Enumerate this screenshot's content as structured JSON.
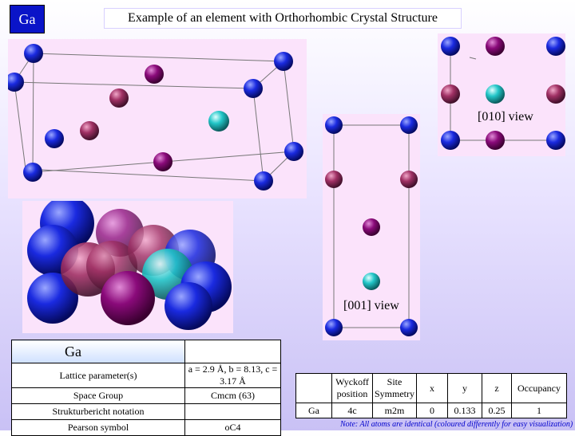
{
  "header": {
    "element_tag": "Ga",
    "title": "Example of an element with Orthorhombic Crystal Structure"
  },
  "views": {
    "view_010": "[010] view",
    "view_001": "[001] view"
  },
  "params_table": {
    "header": "Ga",
    "rows": [
      {
        "label": "Lattice parameter(s)",
        "value": "a = 2.9 Å, b = 8.13, c = 3.17 Å"
      },
      {
        "label": "Space Group",
        "value": "Cmcm (63)"
      },
      {
        "label": "Strukturbericht notation",
        "value": ""
      },
      {
        "label": "Pearson symbol",
        "value": "oC4"
      }
    ]
  },
  "wyckoff_table": {
    "headers": [
      "",
      "Wyckoff position",
      "Site Symmetry",
      "x",
      "y",
      "z",
      "Occupancy"
    ],
    "row": [
      "Ga",
      "4c",
      "m2m",
      "0",
      "0.133",
      "0.25",
      "1"
    ]
  },
  "note": "Note: All atoms are identical (coloured differently for easy visualization)",
  "colors": {
    "atom_blue": "#1020d0",
    "atom_purple": "#8a0a78",
    "atom_mauve": "#a03064",
    "atom_cyan": "#20c8c8",
    "panel_bg": "#fbe3fb"
  }
}
